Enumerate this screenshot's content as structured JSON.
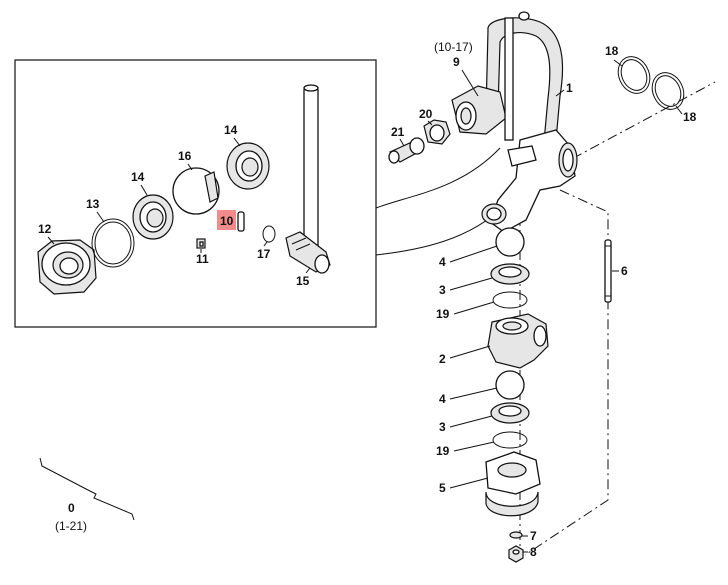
{
  "highlight_color": "#f28b8b",
  "labels": {
    "ref_10_17": "(10-17)",
    "p9": "9",
    "p1": "1",
    "p18a": "18",
    "p18b": "18",
    "p20": "20",
    "p21": "21",
    "p14a": "14",
    "p16": "16",
    "p14b": "14",
    "p13": "13",
    "p12": "12",
    "p10": "10",
    "p11": "11",
    "p17": "17",
    "p15": "15",
    "p6": "6",
    "p4a": "4",
    "p3a": "3",
    "p19a": "19",
    "p2": "2",
    "p4b": "4",
    "p3b": "3",
    "p19b": "19",
    "p5": "5",
    "p7": "7",
    "p8": "8",
    "p0": "0",
    "ref_1_21": "(1-21)"
  }
}
